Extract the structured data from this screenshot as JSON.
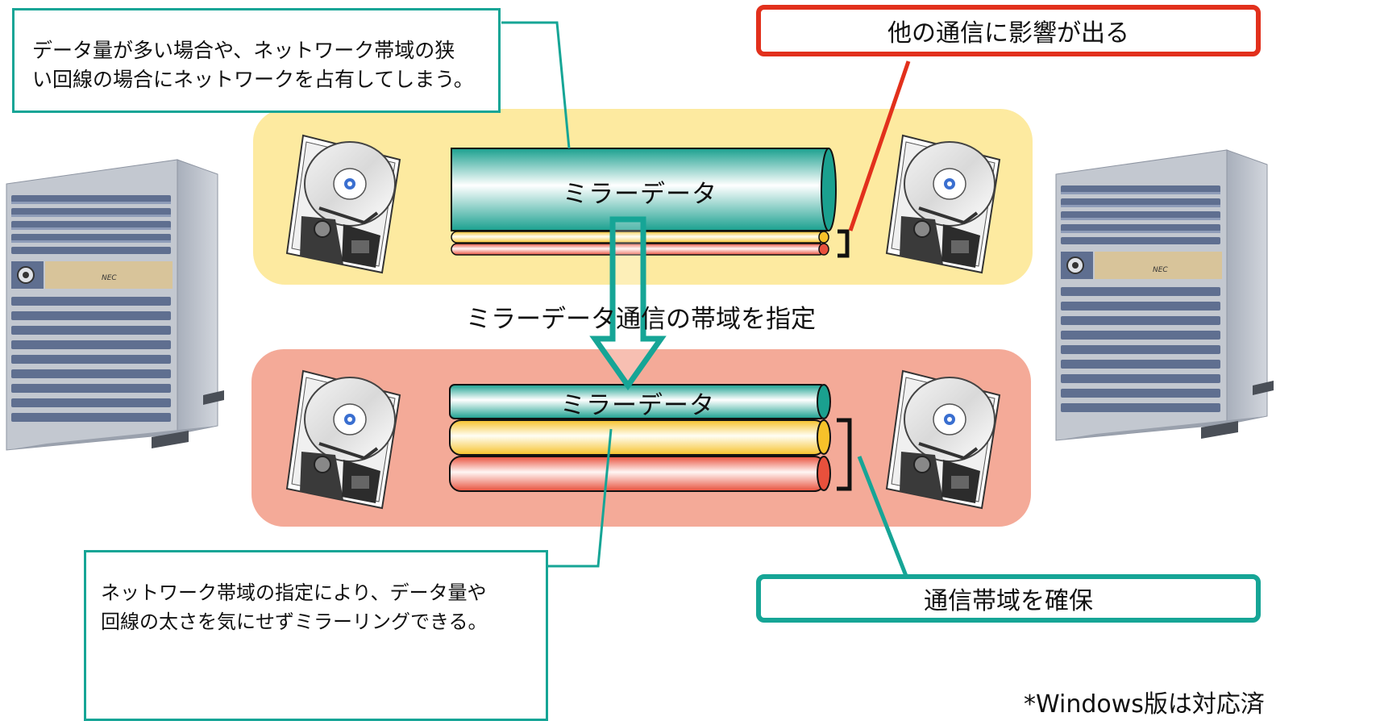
{
  "colors": {
    "teal": "#16a596",
    "red_border": "#e2301c",
    "top_panel": "#fdeaa0",
    "bottom_panel": "#f4aa98",
    "server_body": "#c9ced6",
    "server_slats": "#5d6d8f"
  },
  "icons": {
    "server": "server-tower-icon",
    "disk": "hard-disk-icon",
    "arrow": "down-arrow-icon"
  },
  "callouts": {
    "top_left": "データ量が多い場合や、ネットワーク帯域の狭い回線の場合にネットワークを占有してしまう。",
    "top_left_line1": "データ量が多い場合や、ネットワーク帯域の狭",
    "top_left_line2": "い回線の場合にネットワークを占有してしまう。",
    "bottom_left_line1": "ネットワーク帯域の指定により、データ量や",
    "bottom_left_line2": "回線の太さを気にせずミラーリングできる。"
  },
  "labels": {
    "impact": "他の通信に影響が出る",
    "secure": "通信帯域を確保",
    "mirror_top": "ミラーデータ",
    "mirror_bottom": "ミラーデータ",
    "specify": "ミラーデータ通信の帯域を指定",
    "server_brand": "NEC",
    "note": "*Windows版は対応済"
  }
}
